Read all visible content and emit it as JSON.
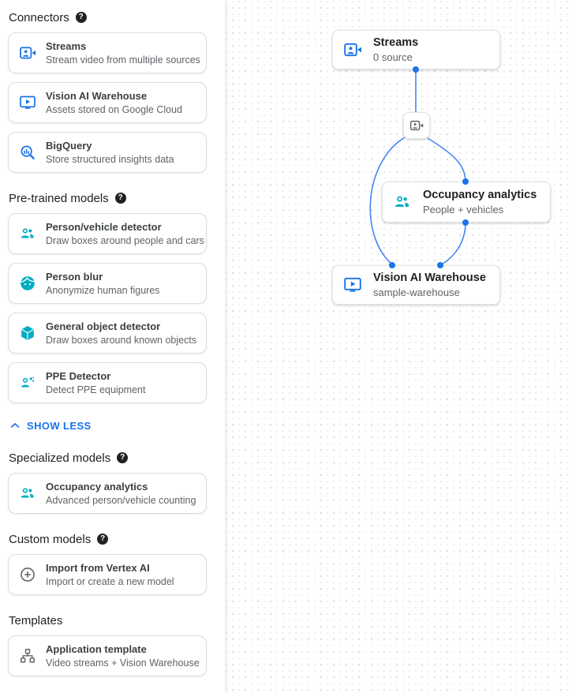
{
  "colors": {
    "accent_blue": "#1a73e8",
    "edge_blue": "#4285f4",
    "teal": "#00acc1",
    "icon_gray": "#5f6368",
    "title_color": "#202124",
    "desc_color": "#5f6368",
    "border_color": "#dadce0",
    "dot_blue": "#1a73e8"
  },
  "glyphs": {
    "help": "?"
  },
  "sidebar": {
    "show_less_label": "SHOW LESS",
    "sections": [
      {
        "title": "Connectors",
        "items": [
          {
            "icon": "video-camera-front-icon",
            "title": "Streams",
            "desc": "Stream video from multiple sources"
          },
          {
            "icon": "monitor-play-icon",
            "title": "Vision AI Warehouse",
            "desc": "Assets stored on Google Cloud"
          },
          {
            "icon": "bigquery-icon",
            "title": "BigQuery",
            "desc": "Store structured insights data"
          }
        ]
      },
      {
        "title": "Pre-trained models",
        "items": [
          {
            "icon": "people-icon",
            "title": "Person/vehicle detector",
            "desc": "Draw boxes around people and cars"
          },
          {
            "icon": "face-icon",
            "title": "Person blur",
            "desc": "Anonymize human figures"
          },
          {
            "icon": "cube-icon",
            "title": "General object detector",
            "desc": "Draw boxes around known objects"
          },
          {
            "icon": "ppe-icon",
            "title": "PPE Detector",
            "desc": "Detect PPE equipment"
          }
        ]
      },
      {
        "title": "Specialized models",
        "items": [
          {
            "icon": "people-icon",
            "title": "Occupancy analytics",
            "desc": "Advanced person/vehicle counting"
          }
        ]
      },
      {
        "title": "Custom models",
        "items": [
          {
            "icon": "plus-circle-icon",
            "title": "Import from Vertex AI",
            "desc": "Import or create a new model"
          }
        ]
      },
      {
        "title": "Templates",
        "items": [
          {
            "icon": "tree-icon",
            "title": "Application template",
            "desc": "Video streams + Vision Warehouse"
          }
        ]
      }
    ]
  },
  "canvas": {
    "nodes": {
      "streams": {
        "title": "Streams",
        "subtitle": "0 source"
      },
      "occupancy": {
        "title": "Occupancy analytics",
        "subtitle": "People + vehicles"
      },
      "warehouse": {
        "title": "Vision AI Warehouse",
        "subtitle": "sample-warehouse"
      }
    }
  }
}
